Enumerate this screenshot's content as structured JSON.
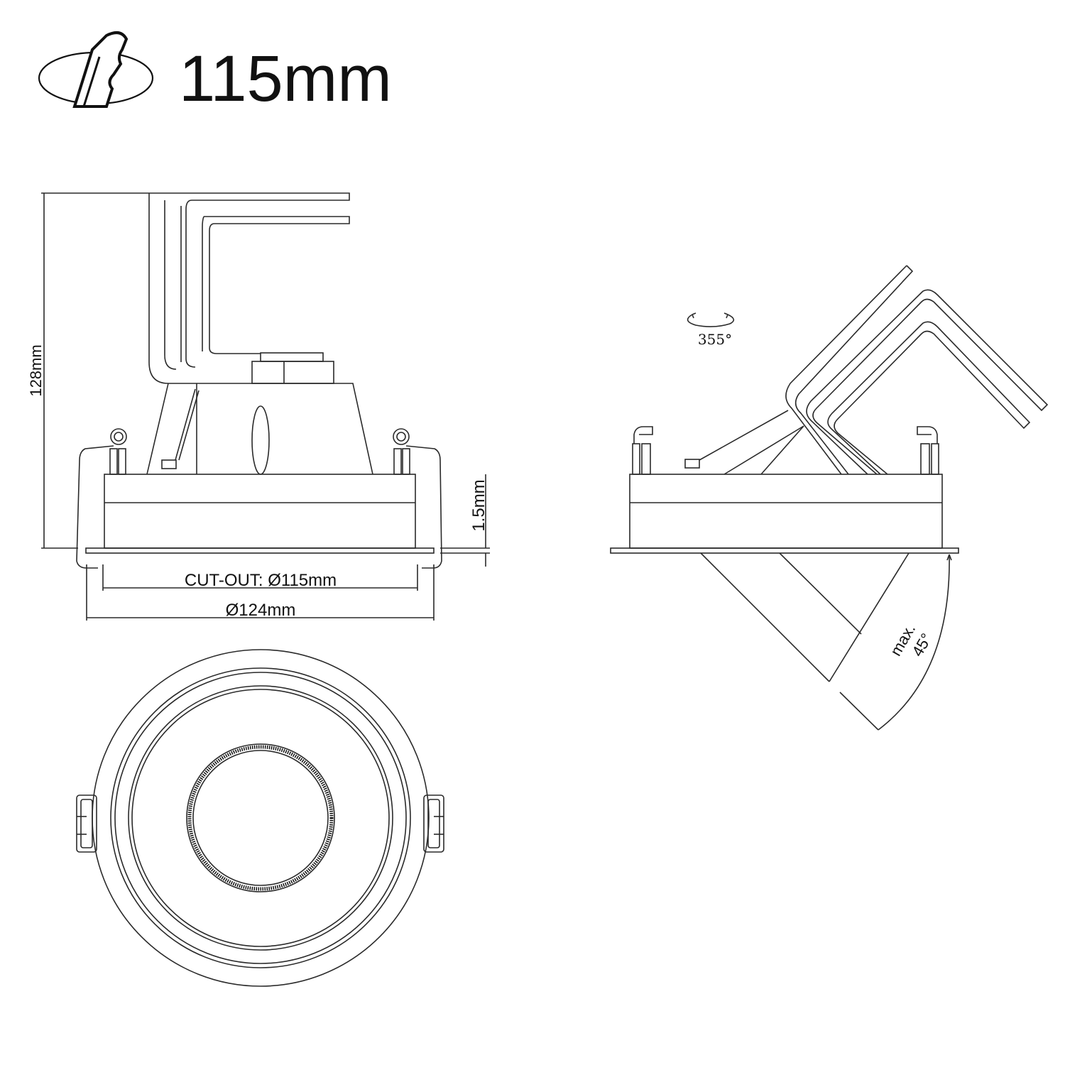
{
  "header": {
    "size_label": "115mm",
    "icon": "recessed-ceiling-cutout-icon"
  },
  "front_view": {
    "height_label": "128mm",
    "flange_label": "1.5mm",
    "cutout_label": "CUT-OUT: Ø115mm",
    "diameter_label": "Ø124mm"
  },
  "side_view": {
    "rotation_label": "355°",
    "tilt_label_line1": "max.",
    "tilt_label_line2": "45°"
  },
  "colors": {
    "line": "#2a2a2a",
    "background": "#ffffff"
  }
}
